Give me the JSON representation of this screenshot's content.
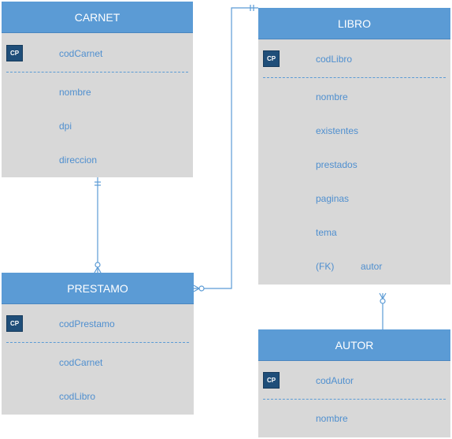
{
  "entities": {
    "carnet": {
      "title": "CARNET",
      "pk_badge": "CP",
      "pk_field": "codCarnet",
      "fields": [
        "nombre",
        "dpi",
        "direccion"
      ]
    },
    "prestamo": {
      "title": "PRESTAMO",
      "pk_badge": "CP",
      "pk_field": "codPrestamo",
      "fields": [
        "codCarnet",
        "codLibro"
      ]
    },
    "libro": {
      "title": "LIBRO",
      "pk_badge": "CP",
      "pk_field": "codLibro",
      "fields": [
        "nombre",
        "existentes",
        "prestados",
        "paginas",
        "tema"
      ],
      "fk_prefix": "(FK)",
      "fk_field": "autor"
    },
    "autor": {
      "title": "AUTOR",
      "pk_badge": "CP",
      "pk_field": "codAutor",
      "fields": [
        "nombre"
      ]
    }
  },
  "colors": {
    "header": "#5b9bd5",
    "body": "#d8d8d8",
    "text": "#4f8fcf",
    "pk_badge": "#1f4e79",
    "connector": "#5b9bd5"
  }
}
